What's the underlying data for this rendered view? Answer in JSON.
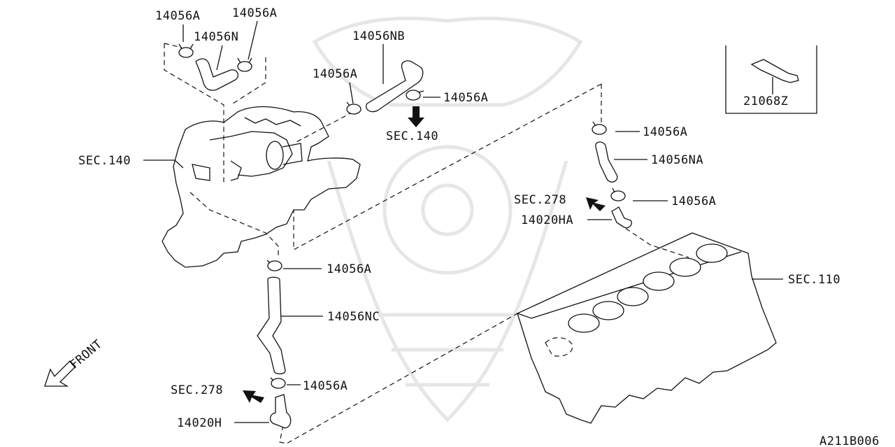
{
  "labels": {
    "clamp_tl": "14056A",
    "clamp_tr": "14056A",
    "hose_n": "14056N",
    "hose_nb": "14056NB",
    "clamp_mid": "14056A",
    "clamp_nb": "14056A",
    "sec140_arrow": "SEC.140",
    "sec140_left": "SEC.140",
    "tube_ref": "21068Z",
    "clamp_r1": "14056A",
    "hose_na": "14056NA",
    "clamp_r2": "14056A",
    "sec278_right": "SEC.278",
    "valve_ha": "14020HA",
    "clamp_low": "14056A",
    "hose_nc": "14056NC",
    "sec110": "SEC.110",
    "front": "FRONT",
    "clamp_bottom": "14056A",
    "sec278_left": "SEC.278",
    "valve_h": "14020H",
    "diagram_id": "A211B006"
  },
  "colors": {
    "line": "#111111",
    "watermark": "#e6e6e6",
    "background": "#ffffff"
  }
}
